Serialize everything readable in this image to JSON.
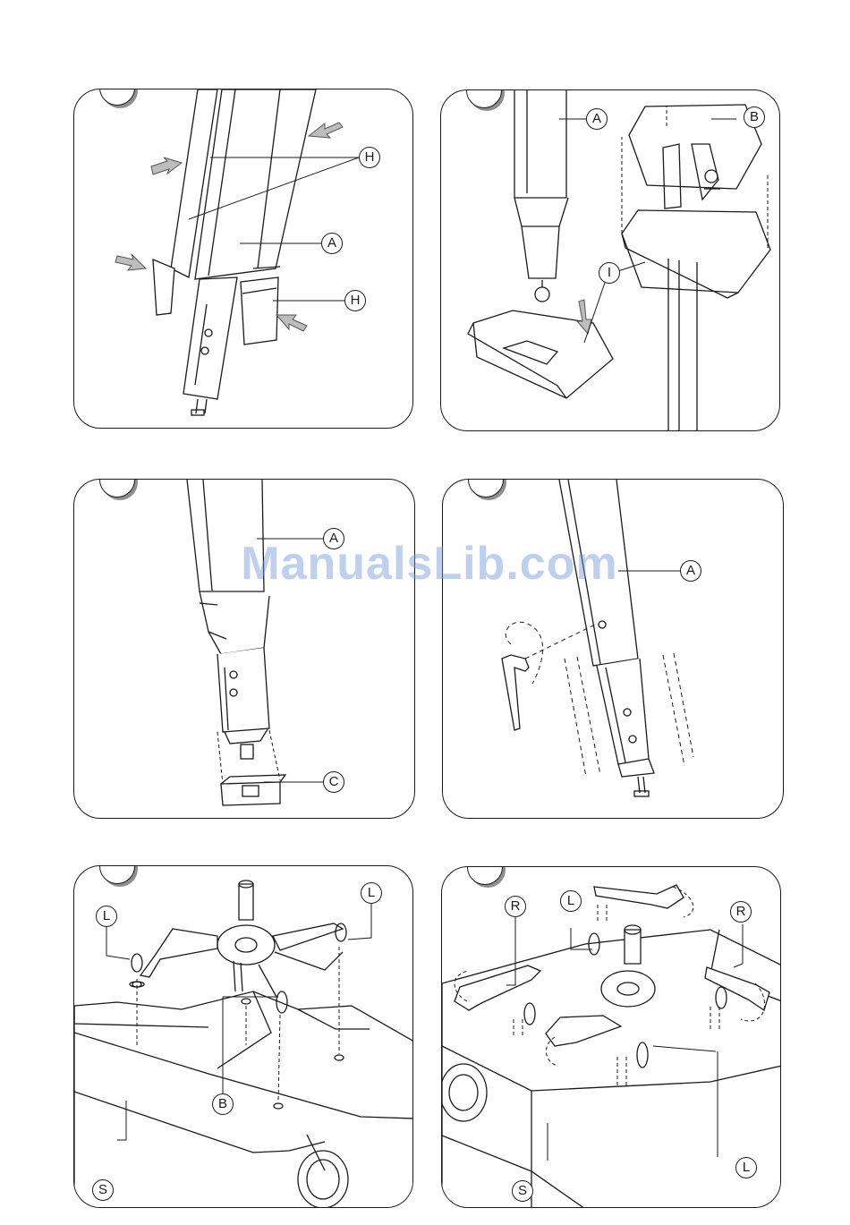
{
  "watermark": "ManualsLib.com",
  "panels": {
    "p1": {
      "labels": [
        "H",
        "A",
        "H"
      ]
    },
    "p2": {
      "labels": [
        "A",
        "B",
        "I"
      ]
    },
    "p3": {
      "labels": [
        "A",
        "C"
      ]
    },
    "p4": {
      "labels": [
        "A"
      ]
    },
    "p5": {
      "labels": [
        "L",
        "L",
        "B",
        "S"
      ]
    },
    "p6": {
      "labels": [
        "R",
        "L",
        "R",
        "L",
        "S"
      ]
    }
  },
  "colors": {
    "line": "#1a1a1a",
    "arrow_gray": "#8e8e8e",
    "watermark": "#6e96d7"
  }
}
